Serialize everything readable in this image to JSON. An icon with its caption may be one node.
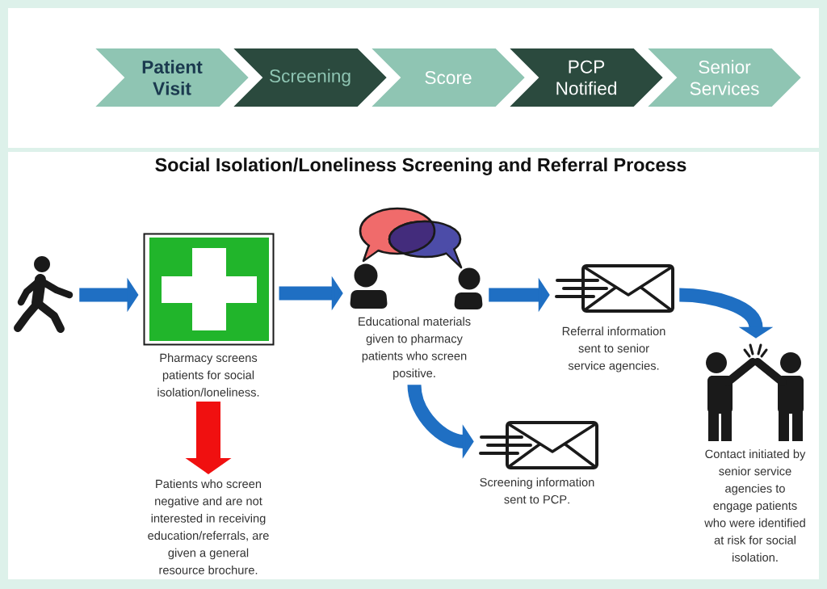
{
  "diagram": {
    "title": "Social Isolation/Loneliness Screening and Referral Process",
    "nodes": [
      {
        "text": [
          "Patient Visit"
        ]
      },
      {
        "text": [
          "Screening"
        ]
      },
      {
        "text": [
          "Score"
        ]
      },
      {
        "text": [
          "PCP Notified"
        ]
      },
      {
        "text": [
          "Senior Services"
        ]
      },
      {
        "text": [],
        "shape": "person"
      },
      {
        "text": [],
        "shape": "picture",
        "beside": [
          "Pharmacy screens patients for social isolation/loneliness."
        ]
      },
      {
        "text": [],
        "shape": "picture",
        "beside": [
          "Educational materials given to pharmacy patients who screen positive."
        ]
      },
      {
        "text": [],
        "shape": "picture",
        "beside": [
          "Referral information sent to senior service agencies."
        ]
      },
      {
        "text": [],
        "shape": "picture",
        "beside": [
          "Contact initiated by senior service agencies to engage patients who were identified at risk for social isolation."
        ]
      },
      {
        "text": [
          "Patients who screen negative and are not interested in receiving education/referrals, are given a general resource brochure."
        ]
      },
      {
        "text": [],
        "shape": "picture",
        "beside": [
          "Screening information sent to PCP."
        ]
      }
    ],
    "edges": [
      {
        "from": 5,
        "to": 6,
        "arrow": "to"
      },
      {
        "from": 6,
        "to": 7,
        "arrow": "to"
      },
      {
        "from": 7,
        "to": 8,
        "arrow": "to"
      },
      {
        "from": 8,
        "to": 9,
        "arrow": "to"
      },
      {
        "from": 6,
        "to": 10,
        "arrow": "to",
        "color": "#f01010"
      },
      {
        "from": 7,
        "to": 11,
        "arrow": "to"
      }
    ]
  }
}
